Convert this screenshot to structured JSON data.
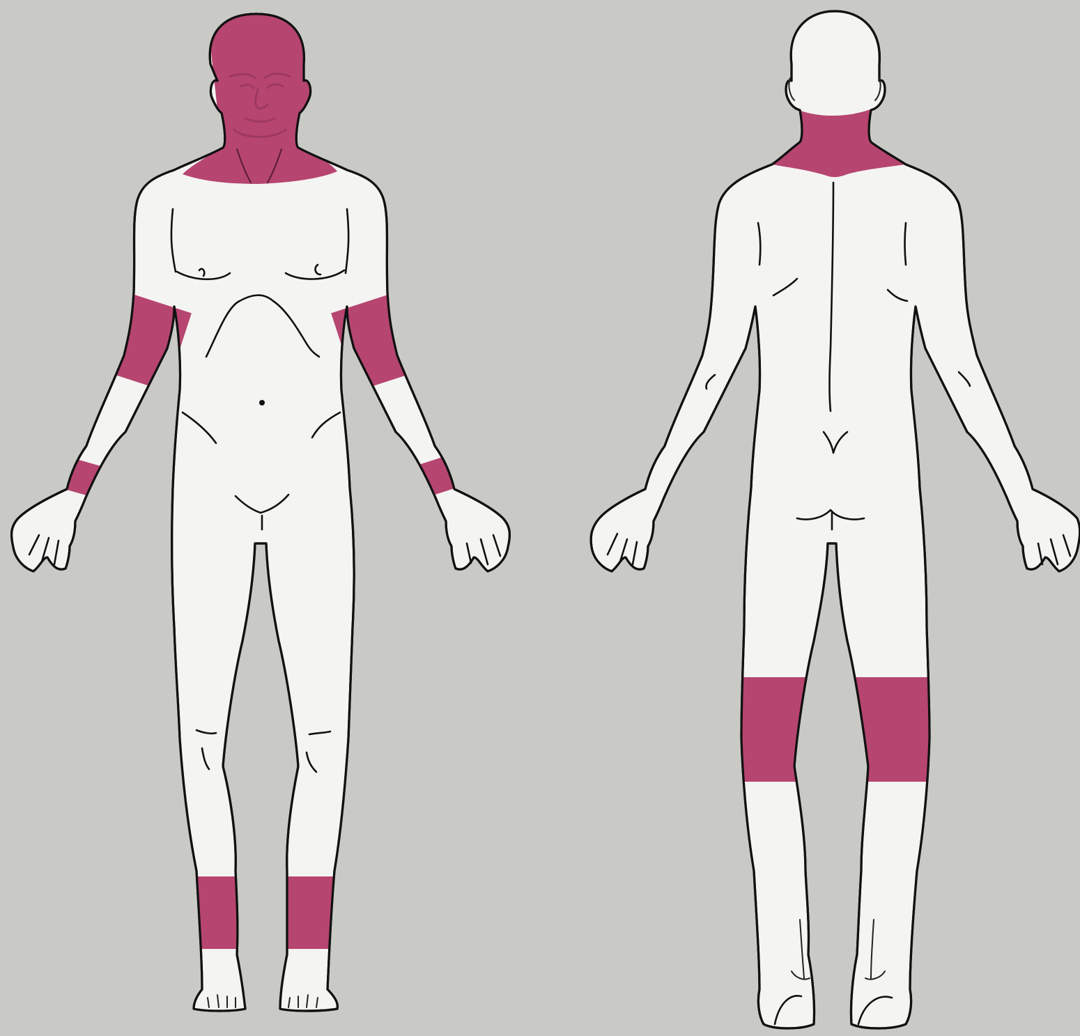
{
  "figure": {
    "views": [
      "front",
      "back"
    ],
    "highlight_color": "#b6456f",
    "skin_color": "#f4f4f2",
    "outline_color": "#111111",
    "background_color": "#c9cac6",
    "front_highlighted_regions": [
      "face-and-neck",
      "left-elbow",
      "right-elbow",
      "left-wrist",
      "right-wrist",
      "left-ankle",
      "right-ankle"
    ],
    "back_highlighted_regions": [
      "nape-of-neck",
      "left-knee-back",
      "right-knee-back"
    ]
  }
}
